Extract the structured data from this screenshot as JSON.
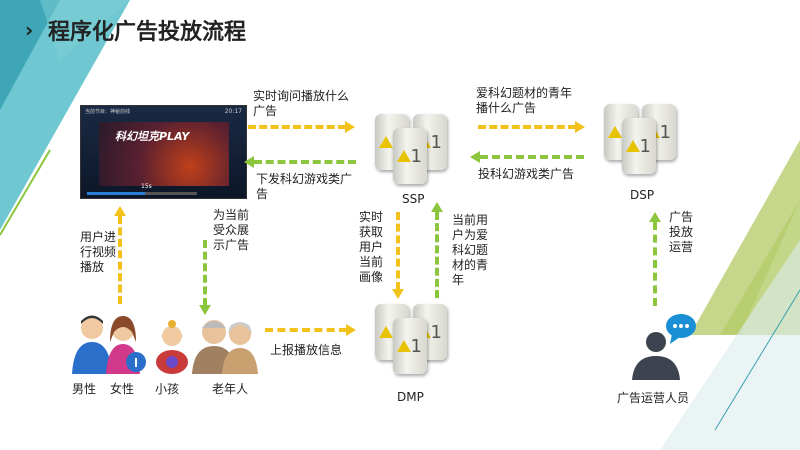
{
  "title": "程序化广告投放流程",
  "nodes": {
    "ssp": "SSP",
    "dsp": "DSP",
    "dmp": "DMP"
  },
  "video": {
    "header_left": "当前节目：神秘前线",
    "time": "20:17",
    "ad_title": "科幻坦克PLAY",
    "countdown": "15s"
  },
  "audience": {
    "male": "男性",
    "female": "女性",
    "child": "小孩",
    "elderly": "老年人"
  },
  "operator": "广告运营人员",
  "edges": {
    "ask_ssp": "实时询问播放什么\n广告",
    "deliver_ad": "下发科幻游戏类广告",
    "ssp_to_dsp": "爱科幻题材的青年\n播什么广告",
    "dsp_bid": "投科幻游戏类广告",
    "user_play": "用户进\n行视频\n播放",
    "show_ad": "为当前\n受众展\n示广告",
    "get_profile": "实时\n获取\n用户\n当前\n画像",
    "profile_result": "当前用\n户为爱\n科幻题\n材的青\n年",
    "report": "上报播放信息",
    "operate": "广告\n投放\n运营"
  },
  "colors": {
    "ask": "#f2c11a",
    "reply": "#8cc63f",
    "accent": "#2ab3c0"
  }
}
